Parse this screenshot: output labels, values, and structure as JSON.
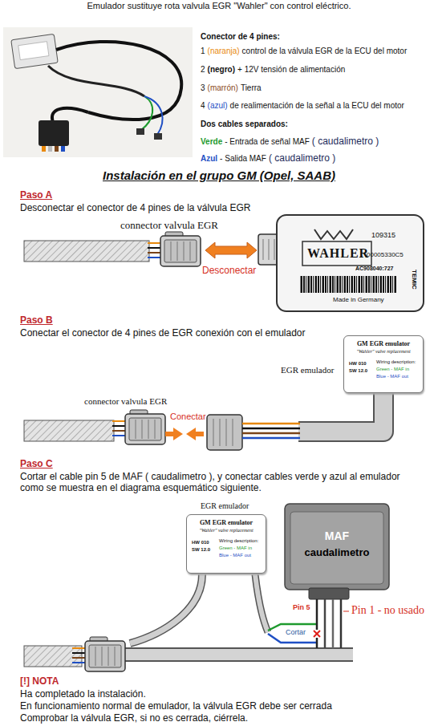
{
  "diagram": {
    "title": "Emulador sustituye rota valvula EGR \"Wahler\" con control eléctrico.",
    "nodes": [
      {
        "text": [
          "WAHLER",
          "109315",
          "00005330C5",
          "AC908040:727",
          "Made in Germany",
          "TEMIC"
        ]
      },
      {
        "text": [
          "GM EGR emulator",
          "\"Wahler\" valve replacement",
          "HW 010",
          "SW 12.0",
          "Wiring description:",
          "Green - MAF in",
          "Blue - MAF out"
        ]
      },
      {
        "text": [
          "GM EGR emulator",
          "\"Wahler\" valve replacement",
          "HW 010",
          "SW 12.0",
          "Wiring description:",
          "Green - MAF in",
          "Blue - MAF out"
        ]
      },
      {
        "text": [
          "MAF",
          "caudalimetro"
        ]
      }
    ],
    "labels": [
      "Conector de 4 pines:",
      "1",
      "(naranja)",
      "control de la válvula EGR de la ECU del motor",
      "2",
      "(negro)",
      "+ 12V tensión de alimentación",
      "3",
      "(marrón)",
      "Tierra",
      "4",
      "(azul)",
      "de realimentación de la señal a la ECU del motor",
      "Dos cables separados:",
      "Verde",
      "- Entrada de señal MAF",
      "( caudalimetro )",
      "Azul",
      "- Salida MAF",
      "( caudalimetro )",
      "Instalación en el grupo GM (Opel, SAAB)",
      "Paso A",
      "Desconectar el conector de 4 pines de la válvula EGR",
      "connector valvula EGR",
      "Desconectar",
      "Paso B",
      "Conectar el conector de 4 pines de EGR conexión con el emulador",
      "EGR emulador",
      "connector valvula EGR",
      "Conectar",
      "Paso C",
      "Cortar el cable pin 5 de MAF ( caudalimetro ), y conectar cables verde y azul al emulador como se muestra en el diagrama esquemático siguiente.",
      "EGR emulador",
      "Pin 5",
      "Pin 1 - no usado",
      "Cortar",
      "[!] NOTA",
      "Ha completado la instalación.",
      "En funcionamiento normal de emulador, la válvula EGR debe ser cerrada",
      "Comprobar la válvula EGR, si no es cerrada, ciérrela."
    ]
  }
}
